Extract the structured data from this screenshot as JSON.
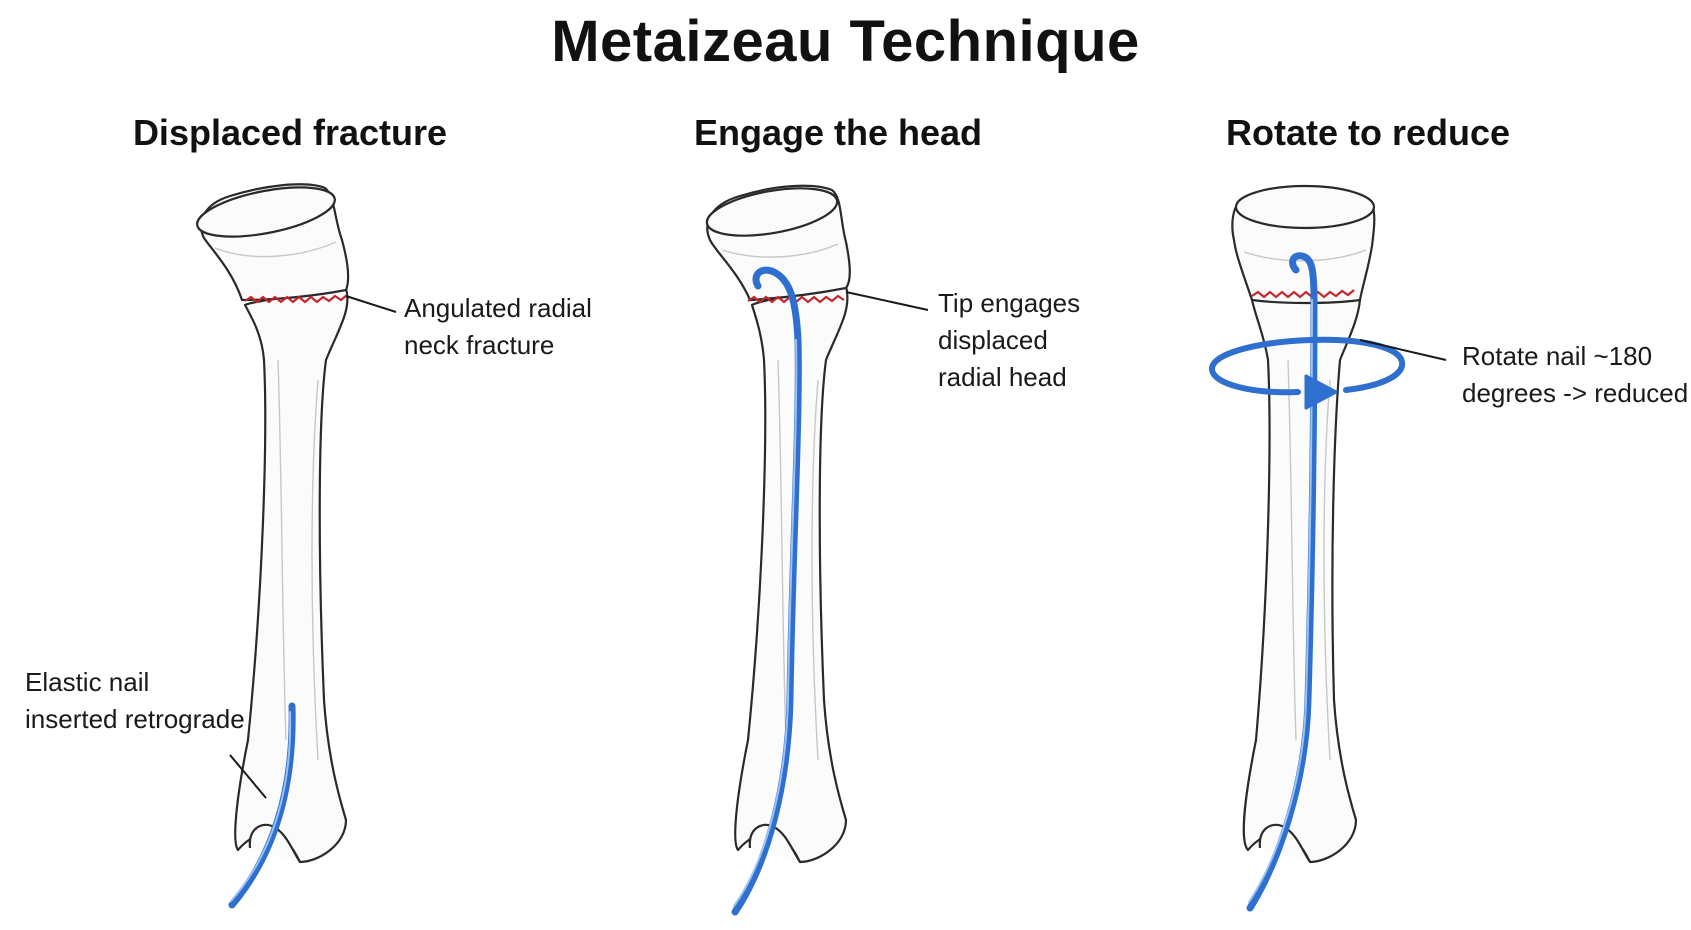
{
  "title": "Metaizeau Technique",
  "panels": [
    {
      "heading": "Displaced fracture",
      "labels": {
        "fracture": [
          "Angulated radial",
          "neck fracture"
        ],
        "nail": [
          "Elastic nail",
          "inserted retrograde"
        ]
      }
    },
    {
      "heading": "Engage the head",
      "labels": {
        "tip": [
          "Tip engages",
          "displaced",
          "radial head"
        ]
      }
    },
    {
      "heading": "Rotate to reduce",
      "labels": {
        "rotate": [
          "Rotate nail ~180",
          "degrees -> reduced"
        ]
      }
    }
  ],
  "colors": {
    "nail": "#2f6fd0",
    "fracture_line": "#c1272d",
    "bone_outline": "#2a2a2a",
    "bone_fill": "#fbfbfb"
  },
  "icons": [
    "rotation-arrow-icon"
  ]
}
